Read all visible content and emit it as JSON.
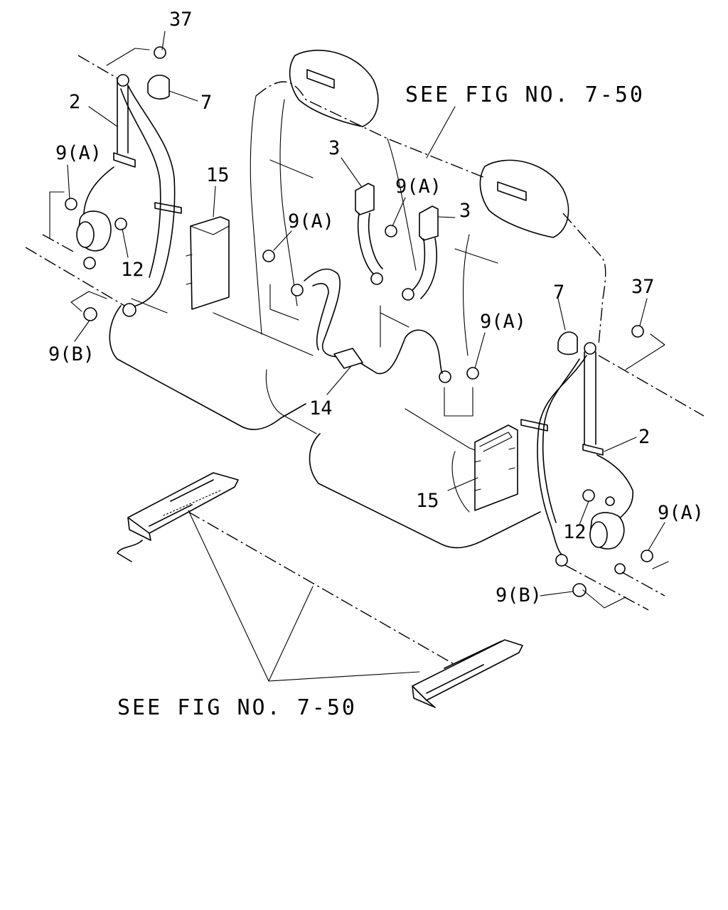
{
  "references": {
    "top": "SEE FIG NO. 7-50",
    "bottom": "SEE FIG NO. 7-50"
  },
  "callouts": {
    "c37_left": "37",
    "c37_right": "37",
    "c2_left": "2",
    "c2_right": "2",
    "c7_left": "7",
    "c7_right": "7",
    "c3_left": "3",
    "c3_right": "3",
    "c15_left": "15",
    "c15_right": "15",
    "c14": "14",
    "c12_left": "12",
    "c12_right": "12",
    "c9a_1": "9(A)",
    "c9a_2": "9(A)",
    "c9a_3": "9(A)",
    "c9a_4": "9(A)",
    "c9a_5": "9(A)",
    "c9b_left": "9(B)",
    "c9b_right": "9(B)"
  }
}
